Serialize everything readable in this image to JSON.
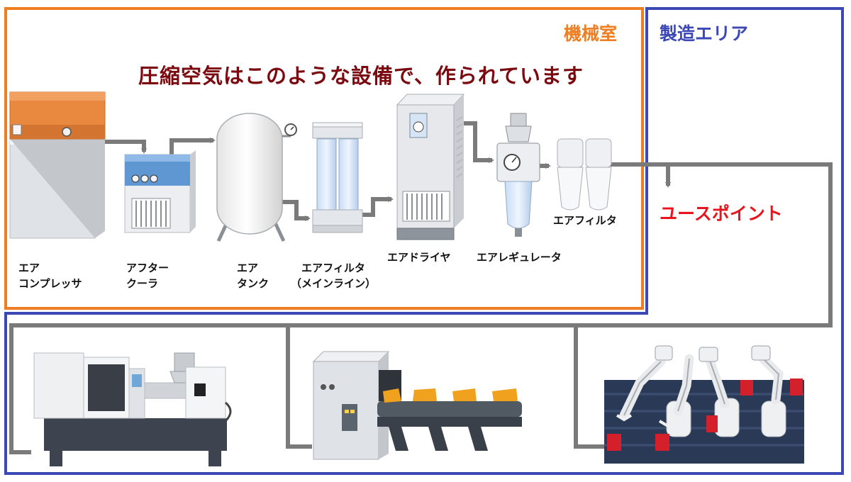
{
  "title": "圧縮空気はこのような設備で、作られています",
  "zones": {
    "machine_room": {
      "label": "機械室",
      "color": "#ef7d22"
    },
    "manufacturing_area": {
      "label": "製造エリア",
      "color": "#3b48b5"
    }
  },
  "use_point": {
    "label": "ユースポイント",
    "color": "#e8141e"
  },
  "equipment": {
    "compressor": {
      "line1": "エア",
      "line2": "コンプレッサ"
    },
    "aftercooler": {
      "line1": "アフター",
      "line2": "クーラ"
    },
    "tank": {
      "line1": "エア",
      "line2": "タンク"
    },
    "main_filter": {
      "line1": "エアフィルタ",
      "line2": "（メインライン）"
    },
    "dryer": {
      "line1": "エアドライヤ"
    },
    "regulator": {
      "line1": "エアレギュレータ"
    },
    "point_filter": {
      "line1": "エアフィルタ"
    }
  },
  "colors": {
    "pipe": "#7a7a7a",
    "orange_panel": "#e9883f",
    "dark": "#3d4450"
  }
}
